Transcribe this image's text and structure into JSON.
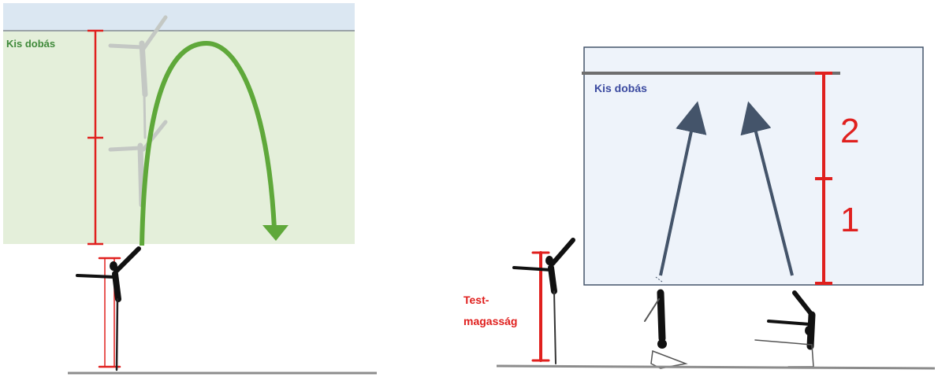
{
  "colors": {
    "left_panel_fill": "#e4efda",
    "left_sky": "#dbe7f2",
    "right_panel_fill": "#eef3fa",
    "measure_red": "#e0201e",
    "trajectory_green": "#5fa83a",
    "arrow_slate": "#44546a",
    "floor_gray": "#8c8c8c"
  },
  "left_diagram": {
    "zone_label": "Kis dobás",
    "icons": [
      "gymnast-ghost-icon",
      "gymnast-ghost-icon",
      "gymnast-arabesque-icon",
      "parabola-arrow-icon",
      "height-scale-icon"
    ]
  },
  "right_diagram": {
    "zone_label": "Kis dobás",
    "scale_labels": [
      "2",
      "1"
    ],
    "body_height_label_line1": "Test-",
    "body_height_label_line2": "magasság",
    "icons": [
      "gymnast-arabesque-icon",
      "gymnast-kneeling-icon",
      "gymnast-sitting-icon",
      "up-arrow-icon",
      "up-arrow-icon",
      "height-scale-icon"
    ]
  }
}
